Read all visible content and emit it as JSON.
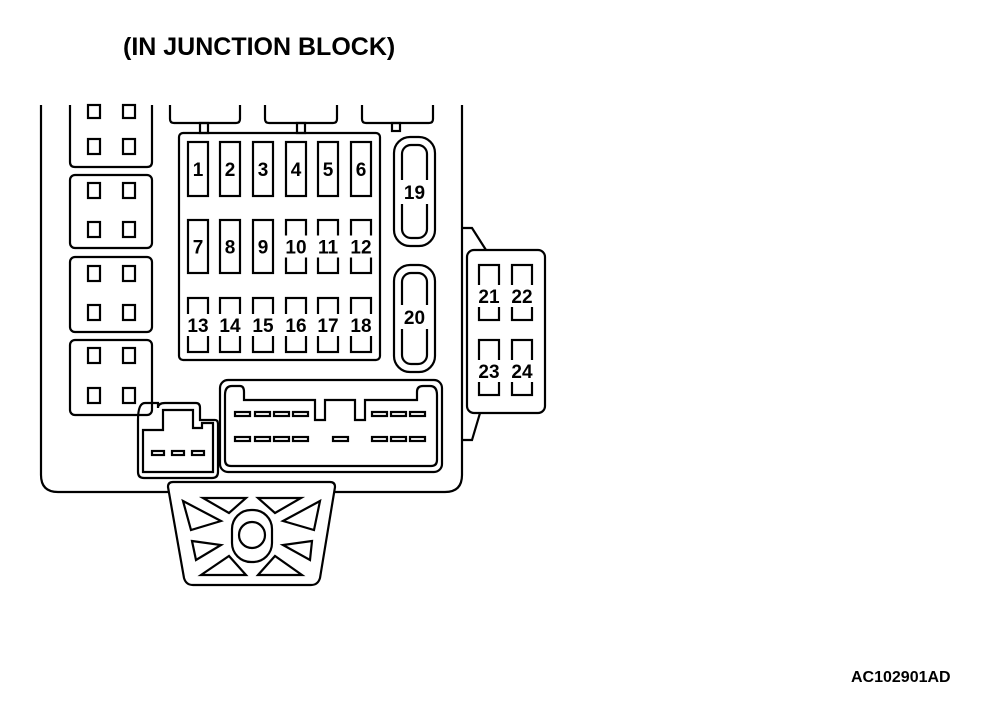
{
  "title": "(IN JUNCTION BLOCK)",
  "figure_code": "AC102901AD",
  "fuses": [
    "1",
    "2",
    "3",
    "4",
    "5",
    "6",
    "7",
    "8",
    "9",
    "10",
    "11",
    "12",
    "13",
    "14",
    "15",
    "16",
    "17",
    "18"
  ],
  "large_fuses": [
    "19",
    "20"
  ],
  "side_fuses": [
    "21",
    "22",
    "23",
    "24"
  ]
}
